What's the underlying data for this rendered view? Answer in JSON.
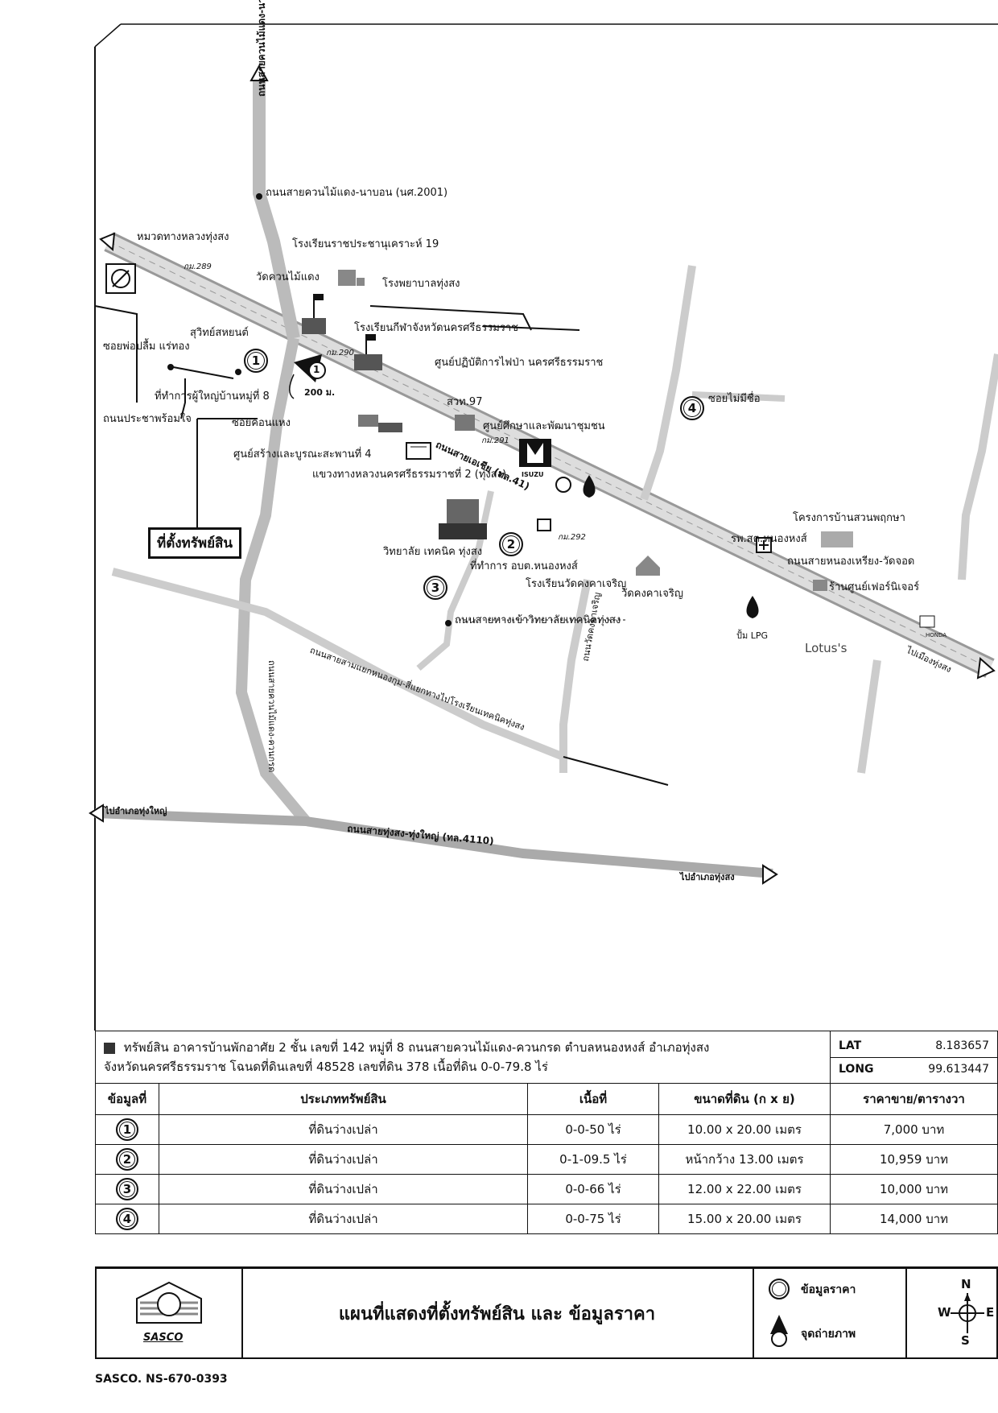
{
  "map": {
    "roads": {
      "north_road": "ถนนสายควนไม้แดง-นาบอน (นศ.2001)",
      "highway": "ถนนสายเอเชีย (ทล.41)",
      "highway_end": "ไปเมืองทุ่งสง",
      "south_road": "ถนนสายทุ่งสง-ทุ่งใหญ่ (ทล.4110)",
      "south_road_left": "ไปอำเภอทุ่งใหญ่",
      "south_road_right": "ไปอำเภอทุ่งสง",
      "kuankrot_road": "ถนนสายควนไม้แดง-ควนกรด",
      "college_road": "ถนนสายทางเข้าวิทยาลัยเทคนิคทุ่งสง",
      "samyaek_road": "ถนนสายสามแยกหนองกุม-สี่แยกทางไปโรงเรียนเทคนิคทุ่งสง",
      "nongkhram_road": "ถนนสายหนองเหรียง-วัดจอด",
      "watkhong_road": "ถนนวัดคงคาเจริญ",
      "prachaphromjai": "ถนนประชาพร้อมใจ",
      "soi_phoplum": "ซอยพ่อปลื้ม แร่ทอง",
      "soi_khuanraeng": "ซอยค่อนแหง",
      "soi_nameless": "ซอยไม่มีชื่อ"
    },
    "places": {
      "highway_district": "หมวดทางหลวงทุ่งสง",
      "km289": "กม.289",
      "km290": "กม.290",
      "km291": "กม.291",
      "km292": "กม.292",
      "wat_khuanmaidaeng": "วัดควนไม้แดง",
      "school_19": "โรงเรียนราชประชานุเคราะห์ 19",
      "hospital": "โรงพยาบาลทุ่งสง",
      "sports_school": "โรงเรียนกีฬาจังหวัดนครศรีธรรมราช",
      "fire_center": "ศูนย์ปฏิบัติการไฟป่า นครศรีธรรมราช",
      "suwit": "สุวิทย์สหยนต์",
      "village_head": "ที่ทำการผู้ใหญ่บ้านหมู่ที่ 8",
      "distance": "200 ม.",
      "sawt97": "สวท.97",
      "community_center": "ศูนย์ศึกษาและพัฒนาชุมชน",
      "bridge_center": "ศูนย์สร้างและบูรณะสะพานที่ 4",
      "highway_office": "แขวงทางหลวงนครศรีธรรมราชที่ 2 (ทุ่งสง)",
      "isuzu": "ISUZU",
      "technical_college": "วิทยาลัย เทคนิค ทุ่งสง",
      "obt_office": "ที่ทำการ อบต.หนองหงส์",
      "school_watkhong": "โรงเรียนวัดคงคาเจริญ",
      "wat_khong": "วัดคงคาเจริญ",
      "health_center": "รพ.สต.หนองหงส์",
      "housing_project": "โครงการบ้านสวนพฤกษา",
      "furniture": "ร้านศูนย์เฟอร์นิเจอร์",
      "lpg": "ปั้ม LPG",
      "lotus": "Lotus's",
      "honda": "HONDA",
      "subject_label": "ที่ตั้งทรัพย์สิน"
    },
    "pins": [
      "1",
      "2",
      "3",
      "4"
    ],
    "photo_marker": "1"
  },
  "property": {
    "description_line1": "ทรัพย์สิน อาคารบ้านพักอาศัย 2 ชั้น เลขที่ 142 หมู่ที่ 8 ถนนสายควนไม้แดง-ควนกรด ตำบลหนองหงส์ อำเภอทุ่งสง",
    "description_line2": "จังหวัดนครศรีธรรมราช โฉนดที่ดินเลขที่ 48528 เลขที่ดิน 378 เนื้อที่ดิน 0-0-79.8 ไร่",
    "lat_label": "LAT",
    "lat_value": "8.183657",
    "long_label": "LONG",
    "long_value": "99.613447"
  },
  "table": {
    "headers": [
      "ข้อมูลที่",
      "ประเภททรัพย์สิน",
      "เนื้อที่",
      "ขนาดที่ดิน (ก x ย)",
      "ราคาขาย/ตารางวา"
    ],
    "rows": [
      {
        "no": "1",
        "type": "ที่ดินว่างเปล่า",
        "area": "0-0-50 ไร่",
        "size": "10.00 x 20.00 เมตร",
        "price": "7,000 บาท"
      },
      {
        "no": "2",
        "type": "ที่ดินว่างเปล่า",
        "area": "0-1-09.5 ไร่",
        "size": "หน้ากว้าง 13.00 เมตร",
        "price": "10,959 บาท"
      },
      {
        "no": "3",
        "type": "ที่ดินว่างเปล่า",
        "area": "0-0-66 ไร่",
        "size": "12.00 x 22.00 เมตร",
        "price": "10,000 บาท"
      },
      {
        "no": "4",
        "type": "ที่ดินว่างเปล่า",
        "area": "0-0-75 ไร่",
        "size": "15.00 x 20.00 เมตร",
        "price": "14,000 บาท"
      }
    ]
  },
  "footer": {
    "logo_text": "SASCO",
    "title": "แผนที่แสดงที่ตั้งทรัพย์สิน และ ข้อมูลราคา",
    "legend_price": "ข้อมูลราคา",
    "legend_photo": "จุดถ่ายภาพ",
    "compass_n": "N",
    "compass_s": "S",
    "compass_e": "E",
    "compass_w": "W",
    "reference": "SASCO. NS-670-0393"
  }
}
